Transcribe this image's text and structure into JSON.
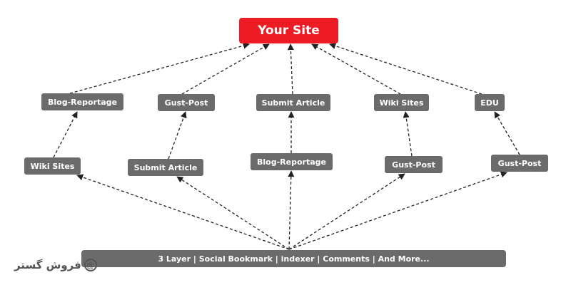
{
  "root": {
    "label": "Your Site",
    "color": "#ed1c24"
  },
  "level1": [
    {
      "label": "Blog-Reportage"
    },
    {
      "label": "Gust-Post"
    },
    {
      "label": "Submit Article"
    },
    {
      "label": "Wiki Sites"
    },
    {
      "label": "EDU"
    }
  ],
  "level2": [
    {
      "label": "Wiki Sites"
    },
    {
      "label": "Submit Article"
    },
    {
      "label": "Blog-Reportage"
    },
    {
      "label": "Gust-Post"
    },
    {
      "label": "Gust-Post"
    }
  ],
  "base": {
    "label": "3 Layer | Social Bookmark | indexer | Comments | And More..."
  },
  "logo": {
    "text": "فروش گستر",
    "mark": "@"
  },
  "colors": {
    "node": "#6b6b6b",
    "arrow": "#222222"
  },
  "edges": [
    {
      "from": "level1.0",
      "to": "root"
    },
    {
      "from": "level1.1",
      "to": "root"
    },
    {
      "from": "level1.2",
      "to": "root"
    },
    {
      "from": "level1.3",
      "to": "root"
    },
    {
      "from": "level1.4",
      "to": "root"
    },
    {
      "from": "level2.0",
      "to": "level1.0"
    },
    {
      "from": "level2.1",
      "to": "level1.1"
    },
    {
      "from": "level2.2",
      "to": "level1.2"
    },
    {
      "from": "level2.3",
      "to": "level1.3"
    },
    {
      "from": "level2.4",
      "to": "level1.4"
    },
    {
      "from": "base",
      "to": "level2.0"
    },
    {
      "from": "base",
      "to": "level2.1"
    },
    {
      "from": "base",
      "to": "level2.2"
    },
    {
      "from": "base",
      "to": "level2.3"
    },
    {
      "from": "base",
      "to": "level2.4"
    }
  ]
}
